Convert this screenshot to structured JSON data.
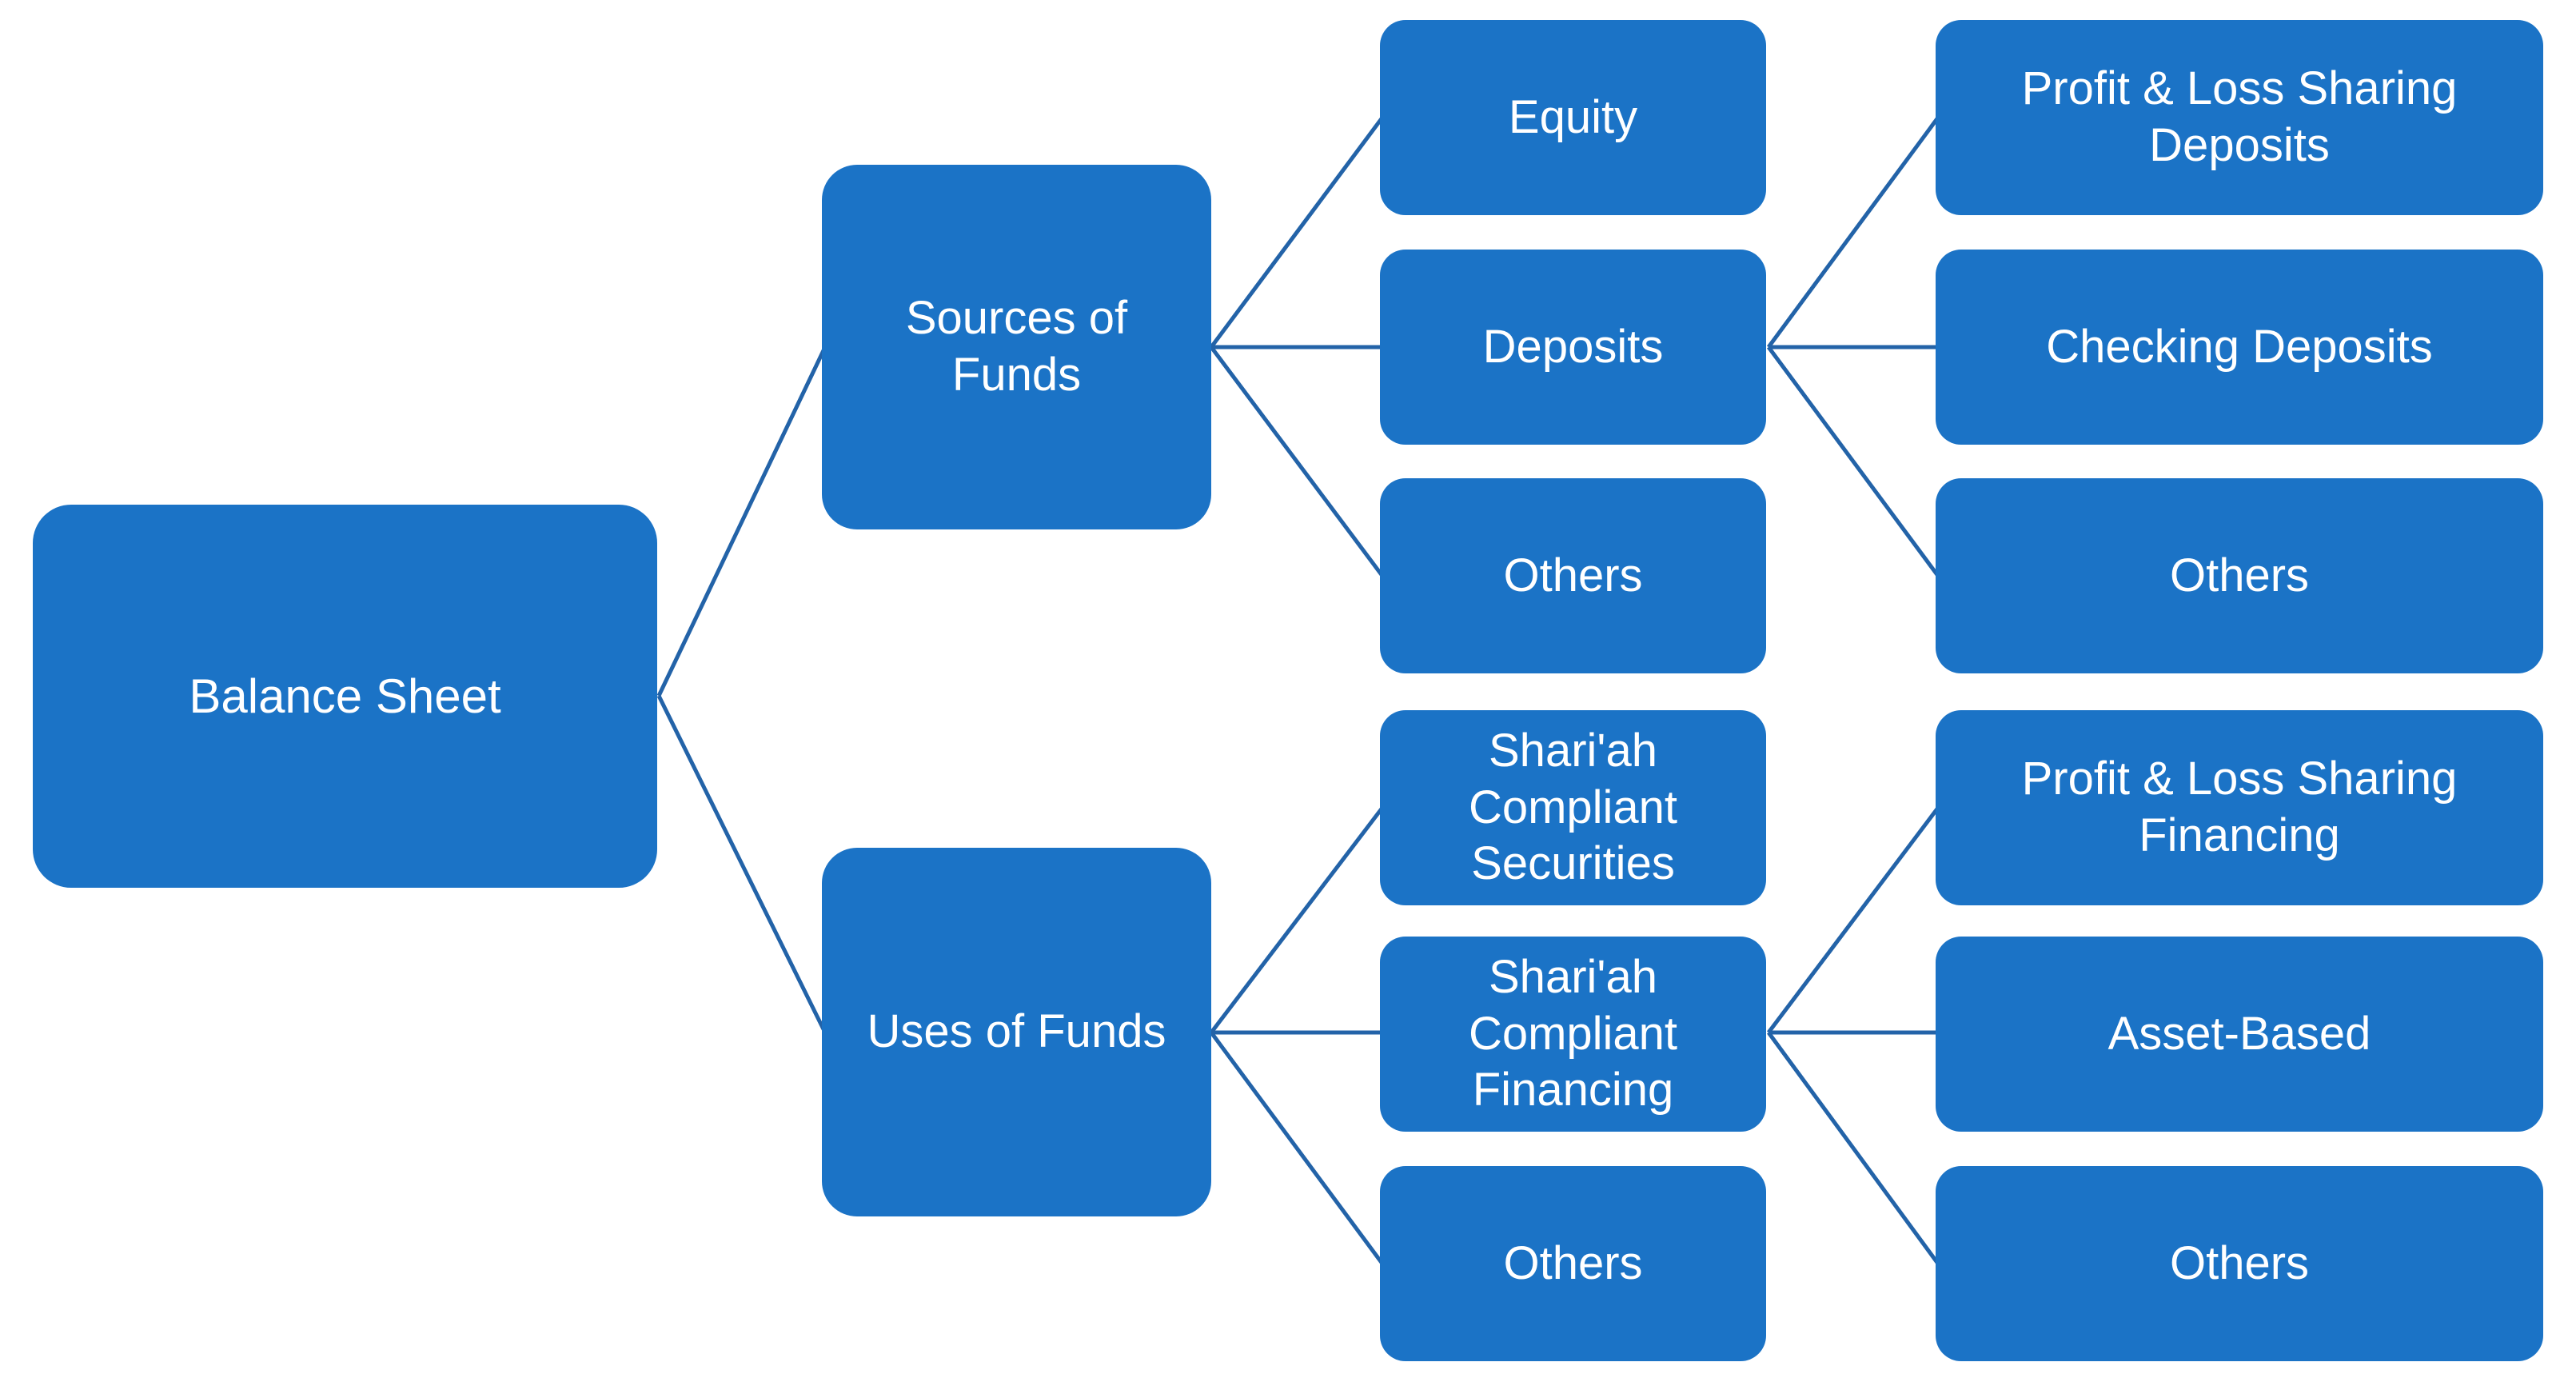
{
  "diagram": {
    "type": "hierarchy-tree",
    "orientation": "left-to-right",
    "levels": 4,
    "nodes": {
      "root": {
        "label": "Balance Sheet"
      },
      "sources": {
        "label": "Sources of Funds"
      },
      "uses": {
        "label": "Uses of Funds"
      },
      "equity": {
        "label": "Equity"
      },
      "deposits": {
        "label": "Deposits"
      },
      "sources_others": {
        "label": "Others"
      },
      "pls_deposits": {
        "label": "Profit & Loss Sharing Deposits"
      },
      "checking_deposits": {
        "label": "Checking Deposits"
      },
      "deposits_others": {
        "label": "Others"
      },
      "scs": {
        "label": "Shari'ah Compliant Securities"
      },
      "scf": {
        "label": "Shari'ah Compliant Financing"
      },
      "uses_others": {
        "label": "Others"
      },
      "pls_financing": {
        "label": "Profit & Loss Sharing Financing"
      },
      "asset_based": {
        "label": "Asset-Based"
      },
      "scf_others": {
        "label": "Others"
      }
    },
    "edges": [
      [
        "root",
        "sources"
      ],
      [
        "root",
        "uses"
      ],
      [
        "sources",
        "equity"
      ],
      [
        "sources",
        "deposits"
      ],
      [
        "sources",
        "sources_others"
      ],
      [
        "deposits",
        "pls_deposits"
      ],
      [
        "deposits",
        "checking_deposits"
      ],
      [
        "deposits",
        "deposits_others"
      ],
      [
        "uses",
        "scs"
      ],
      [
        "uses",
        "scf"
      ],
      [
        "uses",
        "uses_others"
      ],
      [
        "scf",
        "pls_financing"
      ],
      [
        "scf",
        "asset_based"
      ],
      [
        "scf",
        "scf_others"
      ]
    ]
  },
  "colors": {
    "node_fill": "#1B73C6",
    "node_text": "#FFFFFF",
    "connector": "#2363A8",
    "background": "#FFFFFF"
  }
}
